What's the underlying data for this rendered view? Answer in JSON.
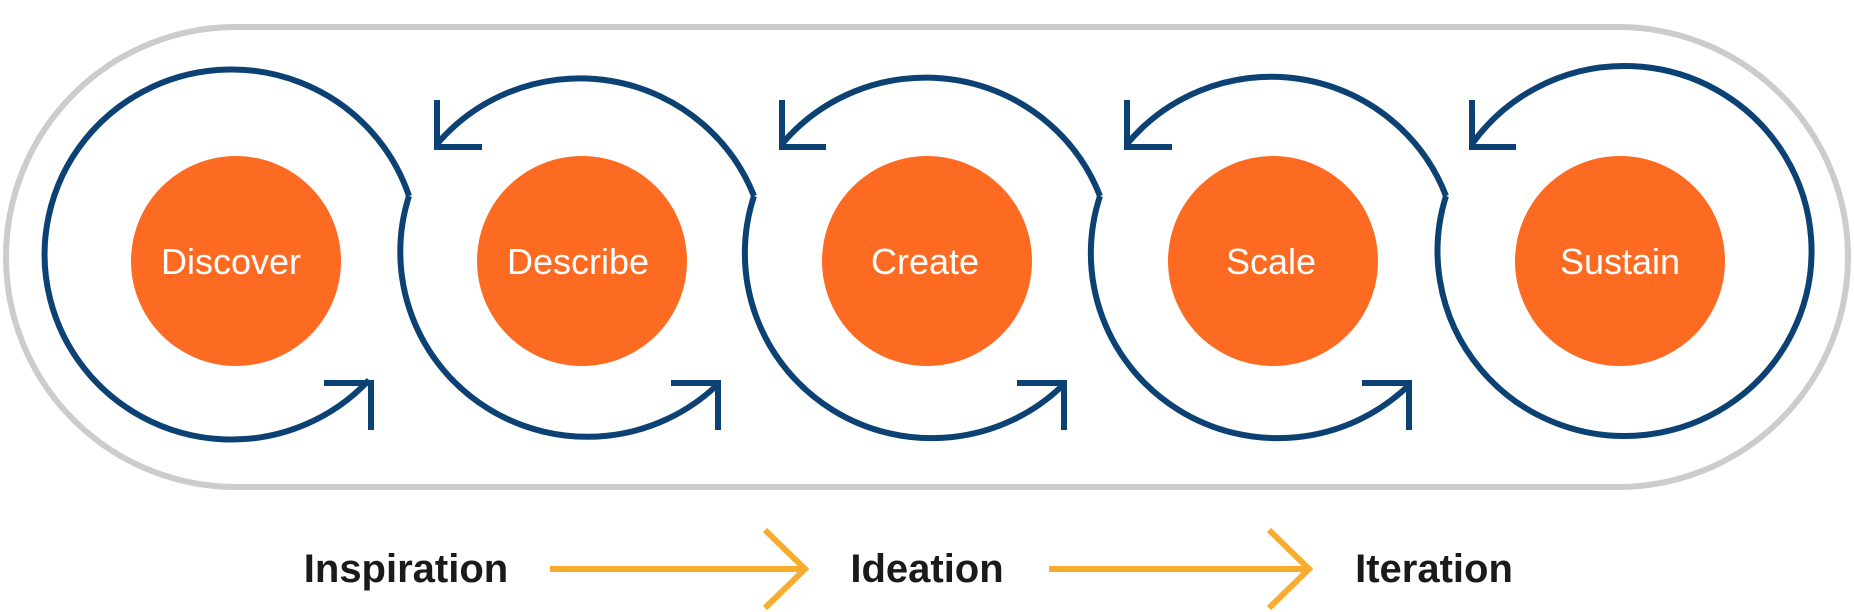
{
  "stages": [
    {
      "label": "Discover"
    },
    {
      "label": "Describe"
    },
    {
      "label": "Create"
    },
    {
      "label": "Scale"
    },
    {
      "label": "Sustain"
    }
  ],
  "phases": [
    {
      "label": "Inspiration"
    },
    {
      "label": "Ideation"
    },
    {
      "label": "Iteration"
    }
  ],
  "colors": {
    "stage_fill": "#fd6a22",
    "loop_stroke": "#0c4173",
    "outer_outline": "#cccccc",
    "phase_arrow": "#f8ac2e",
    "phase_text": "#1a1a1a"
  }
}
